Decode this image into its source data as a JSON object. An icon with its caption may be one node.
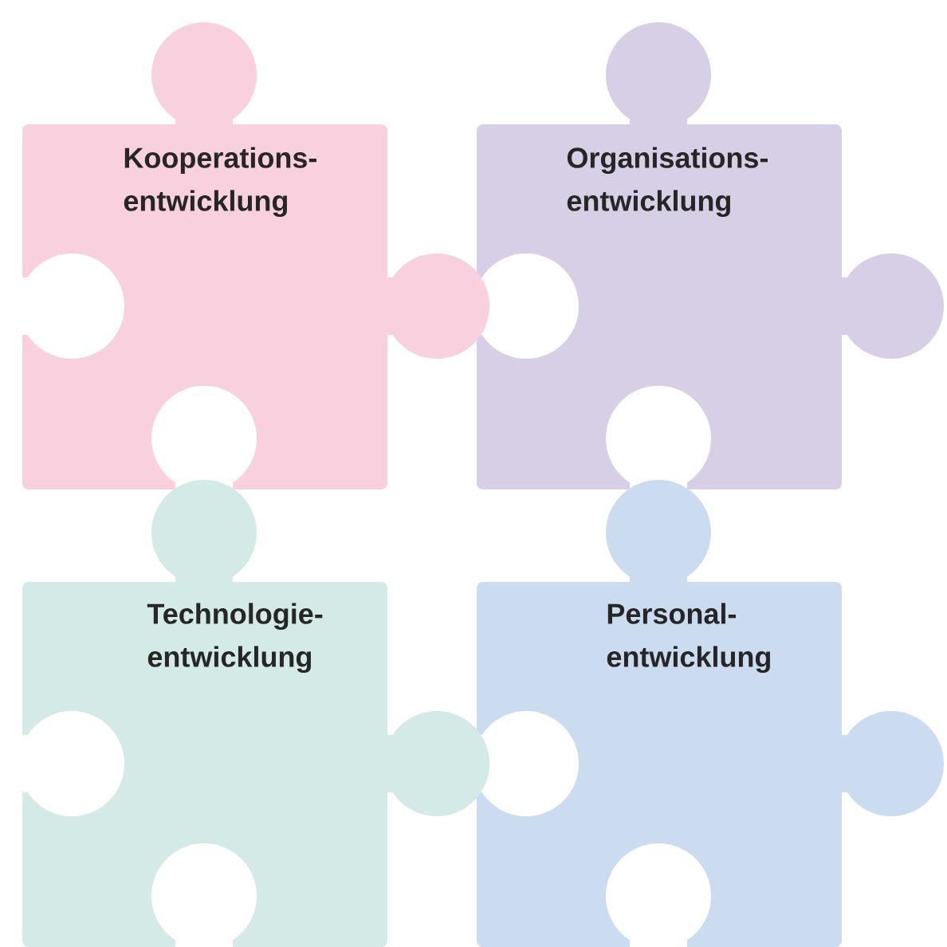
{
  "diagram": {
    "nodes": [
      {
        "text": [
          "Kooperations- entwicklung"
        ]
      },
      {
        "text": [
          "Organisations- entwicklung"
        ]
      },
      {
        "text": [
          "Technologie- entwicklung"
        ]
      },
      {
        "text": [
          "Personal- entwicklung"
        ]
      }
    ]
  }
}
